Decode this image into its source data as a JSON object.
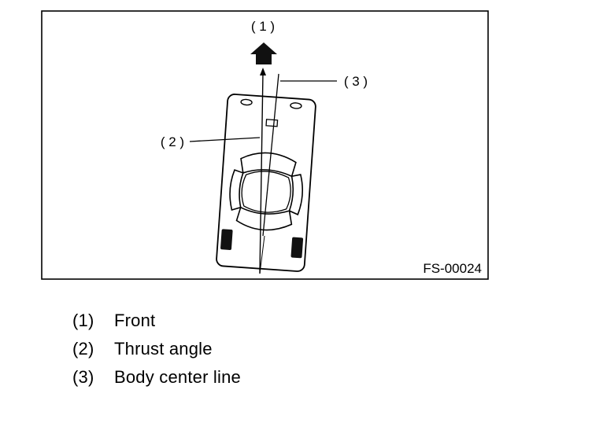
{
  "figure": {
    "callouts": {
      "c1": "( 1 )",
      "c2": "( 2 )",
      "c3": "( 3 )"
    },
    "figure_id": "FS-00024"
  },
  "legend": [
    {
      "num": "(1)",
      "label": "Front"
    },
    {
      "num": "(2)",
      "label": "Thrust angle"
    },
    {
      "num": "(3)",
      "label": "Body center line"
    }
  ]
}
